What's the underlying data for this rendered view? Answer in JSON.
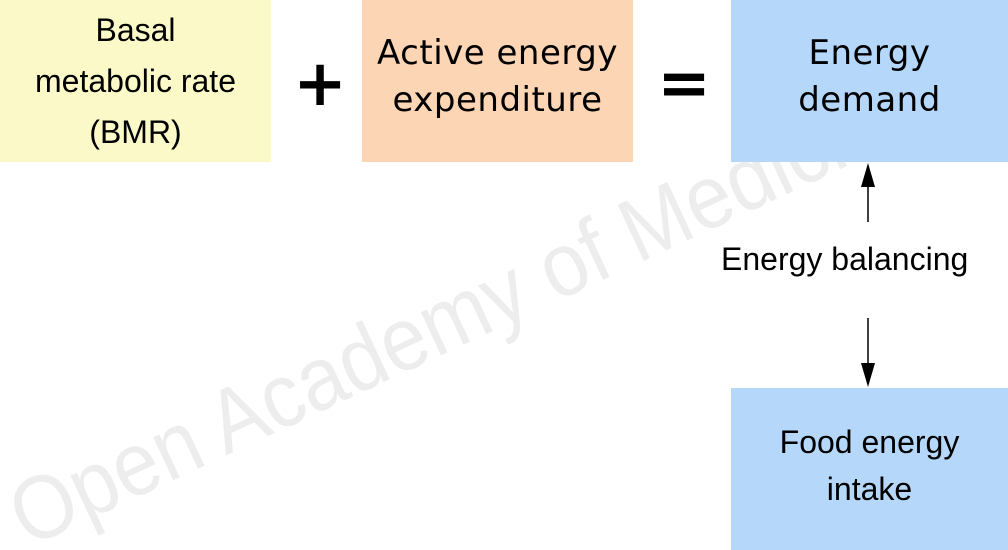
{
  "boxes": {
    "bmr": {
      "label": "Basal\nmetabolic rate\n(BMR)",
      "color": "#fbf9c8"
    },
    "active": {
      "label": "Active energy\nexpenditure",
      "color": "#fbd5b4"
    },
    "demand": {
      "label": "Energy\ndemand",
      "color": "#b4d7fa"
    },
    "food": {
      "label": "Food energy\nintake",
      "color": "#b4d7fa"
    }
  },
  "operators": {
    "plus": "+",
    "equals": "="
  },
  "balancing_label": "Energy balancing",
  "watermark": "Open Academy of Medicine"
}
